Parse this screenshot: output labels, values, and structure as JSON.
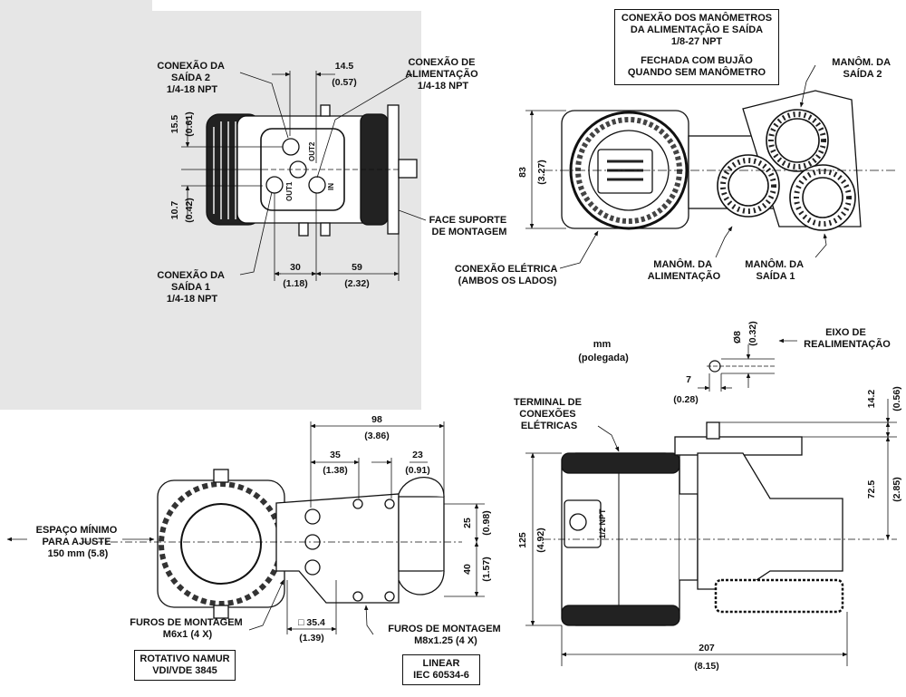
{
  "top_left": {
    "saida2": [
      "CONEXÃO DA",
      "SAÍDA 2",
      "1/4-18 NPT"
    ],
    "alimentacao": [
      "CONEXÃO DE",
      "ALIMENTAÇÃO",
      "1/4-18 NPT"
    ],
    "saida1": [
      "CONEXÃO DA",
      "SAÍDA 1",
      "1/4-18 NPT"
    ],
    "face_suporte": [
      "FACE SUPORTE",
      "DE MONTAGEM"
    ],
    "port_labels": [
      "OUT2",
      "OUT1",
      "IN"
    ],
    "dims": {
      "d14_5": "14.5",
      "d14_5_in": "(0.57)",
      "d15_5": "15.5",
      "d15_5_in": "(0.61)",
      "d10_7": "10.7",
      "d10_7_in": "(0.42)",
      "d30": "30",
      "d30_in": "(1.18)",
      "d59": "59",
      "d59_in": "(2.32)"
    }
  },
  "top_right": {
    "header_box": [
      "CONEXÃO DOS MANÔMETROS",
      "DA ALIMENTAÇÃO E SAÍDA",
      "1/8-27 NPT",
      "FECHADA COM BUJÃO",
      "QUANDO SEM MANÔMETRO"
    ],
    "manom_saida2": [
      "MANÔM. DA",
      "SAÍDA 2"
    ],
    "manom_alim": [
      "MANÔM. DA",
      "ALIMENTAÇÃO"
    ],
    "manom_saida1": [
      "MANÔM. DA",
      "SAÍDA 1"
    ],
    "conexao_eletrica": [
      "CONEXÃO ELÉTRICA",
      "(AMBOS OS LADOS)"
    ],
    "dims": {
      "d83": "83",
      "d83_in": "(3.27)"
    }
  },
  "units": [
    "mm",
    "(polegada)"
  ],
  "eixo": {
    "label": [
      "EIXO DE",
      "REALIMENTAÇÃO"
    ],
    "d8": "Ø8",
    "d8_in": "(0.32)",
    "d7": "7",
    "d7_in": "(0.28)"
  },
  "bottom_left": {
    "espaco": [
      "ESPAÇO MÍNIMO",
      "PARA AJUSTE",
      "150 mm (5.8)"
    ],
    "furos_m6": [
      "FUROS DE MONTAGEM",
      "M6x1 (4 X)"
    ],
    "furos_m8": [
      "FUROS DE MONTAGEM",
      "M8x1.25 (4 X)"
    ],
    "box_namur": [
      "ROTATIVO NAMUR",
      "VDI/VDE 3845"
    ],
    "box_linear": [
      "LINEAR",
      "IEC 60534-6"
    ],
    "dims": {
      "d98": "98",
      "d98_in": "(3.86)",
      "d35": "35",
      "d35_in": "(1.38)",
      "d23": "23",
      "d23_in": "(0.91)",
      "d25": "25",
      "d25_in": "(0.98)",
      "d40": "40",
      "d40_in": "(1.57)",
      "d35_4": "□ 35.4",
      "d35_4_in": "(1.39)"
    }
  },
  "bottom_right": {
    "terminal": [
      "TERMINAL DE",
      "CONEXÕES",
      "ELÉTRICAS"
    ],
    "thread": "1/2 NPT",
    "dims": {
      "d14_2": "14.2",
      "d14_2_in": "(0.56)",
      "d72_5": "72.5",
      "d72_5_in": "(2.85)",
      "d125": "125",
      "d125_in": "(4.92)",
      "d207": "207",
      "d207_in": "(8.15)"
    }
  }
}
